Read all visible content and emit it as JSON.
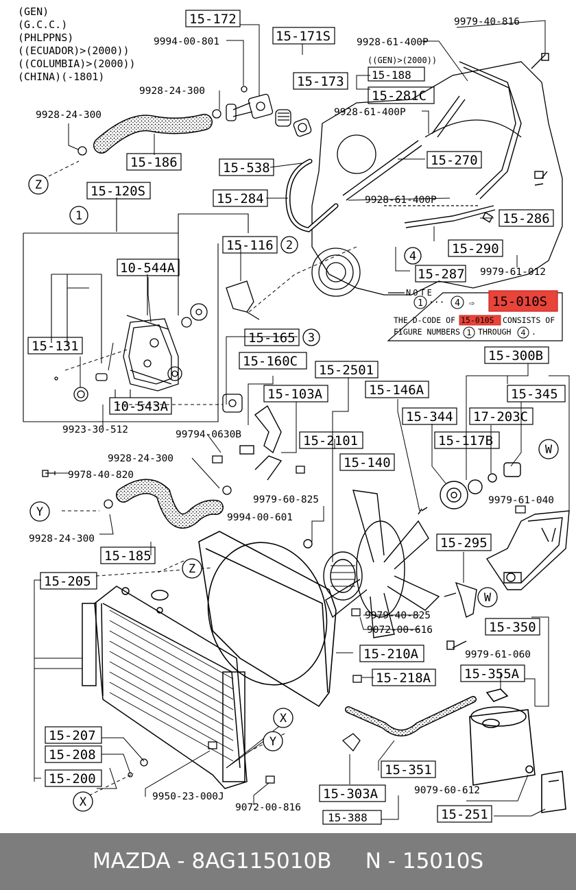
{
  "header": {
    "lines": [
      "(GEN)",
      "(G.C.C.)",
      "(PHLPPNS)",
      "((ECUADOR)>(2000))",
      "((COLUMBIA)>(2000))",
      "(CHINA)(-1801)"
    ]
  },
  "labels": {
    "l15_172": "15-172",
    "l15_171s": "15-171S",
    "l15_173": "15-173",
    "l15_186": "15-186",
    "l15_538": "15-538",
    "l15_284": "15-284",
    "l15_120s": "15-120S",
    "l10_544a": "10-544A",
    "l15_116": "15-116",
    "l15_131": "15-131",
    "l10_543a": "10-543A",
    "l15_165": "15-165",
    "l15_160c": "15-160C",
    "l15_103a": "15-103A",
    "l15_2501": "15-2501",
    "l15_146a": "15-146A",
    "l15_344": "15-344",
    "l15_2101": "15-2101",
    "l15_140": "15-140",
    "l15_117b": "15-117B",
    "l17_203c": "17-203C",
    "l15_300b": "15-300B",
    "l15_345": "15-345",
    "l15_188": "15-188",
    "l15_281c": "15-281C",
    "l15_270": "15-270",
    "l15_286": "15-286",
    "l15_290": "15-290",
    "l15_287": "15-287",
    "l15_185": "15-185",
    "l15_205": "15-205",
    "l15_295": "15-295",
    "l15_210a": "15-210A",
    "l15_218a": "15-218A",
    "l15_350": "15-350",
    "l15_355a": "15-355A",
    "l15_207": "15-207",
    "l15_208": "15-208",
    "l15_200": "15-200",
    "l15_351": "15-351",
    "l15_303a": "15-303A",
    "l15_388": "15-388",
    "l15_251": "15-251"
  },
  "parts": {
    "p9994_00_801": "9994-00-801",
    "p9928_24_300_a": "9928-24-300",
    "p9928_24_300_b": "9928-24-300",
    "p9928_61_400p_a": "9928-61-400P",
    "p9928_61_400p_b": "9928-61-400P",
    "p9928_61_400p_c": "9928-61-400P",
    "gen_2000": "((GEN)>(2000))",
    "p9979_40_816": "9979-40-816",
    "p9979_61_012": "9979-61-012",
    "p9923_30_512": "9923-30-512",
    "p99794_0630b": "99794-0630B",
    "p9928_24_300_c": "9928-24-300",
    "p9978_40_820": "9978-40-820",
    "p9979_60_825": "9979-60-825",
    "p9928_24_300_d": "9928-24-300",
    "p9994_00_601": "9994-00-601",
    "p9979_61_040": "9979-61-040",
    "p9979_40_825": "9979-40-825",
    "p9072_00_616": "9072-00-616",
    "p9979_61_060": "9979-61-060",
    "p9950_23_000j": "9950-23-000J",
    "p9072_00_816": "9072-00-816",
    "p9079_60_612": "9079-60-612"
  },
  "circles": {
    "c1": "1",
    "c2": "2",
    "c3": "3",
    "c4a": "4",
    "c4b": "4",
    "z1": "Z",
    "z2": "Z",
    "y1": "Y",
    "y2": "Y",
    "x1": "X",
    "x2": "X",
    "w1": "W",
    "w2": "W"
  },
  "note": {
    "title": "NOTE",
    "from": "1",
    "dots": "···",
    "to": "4",
    "arrow": "⇨",
    "code": "15-010S",
    "text_prefix": "THE D-CODE OF",
    "code_small": "15-010S",
    "text_suffix": "CONSISTS OF",
    "line2_prefix": "FIGURE NUMBERS",
    "num1": "1",
    "through": "THROUGH",
    "num4": "4",
    "period": "."
  },
  "colors": {
    "highlight": "#e8443a",
    "footer_bg": "#7d7d7d"
  },
  "footer": {
    "text": "MAZDA - 8AG115010B     N - 15010S"
  }
}
